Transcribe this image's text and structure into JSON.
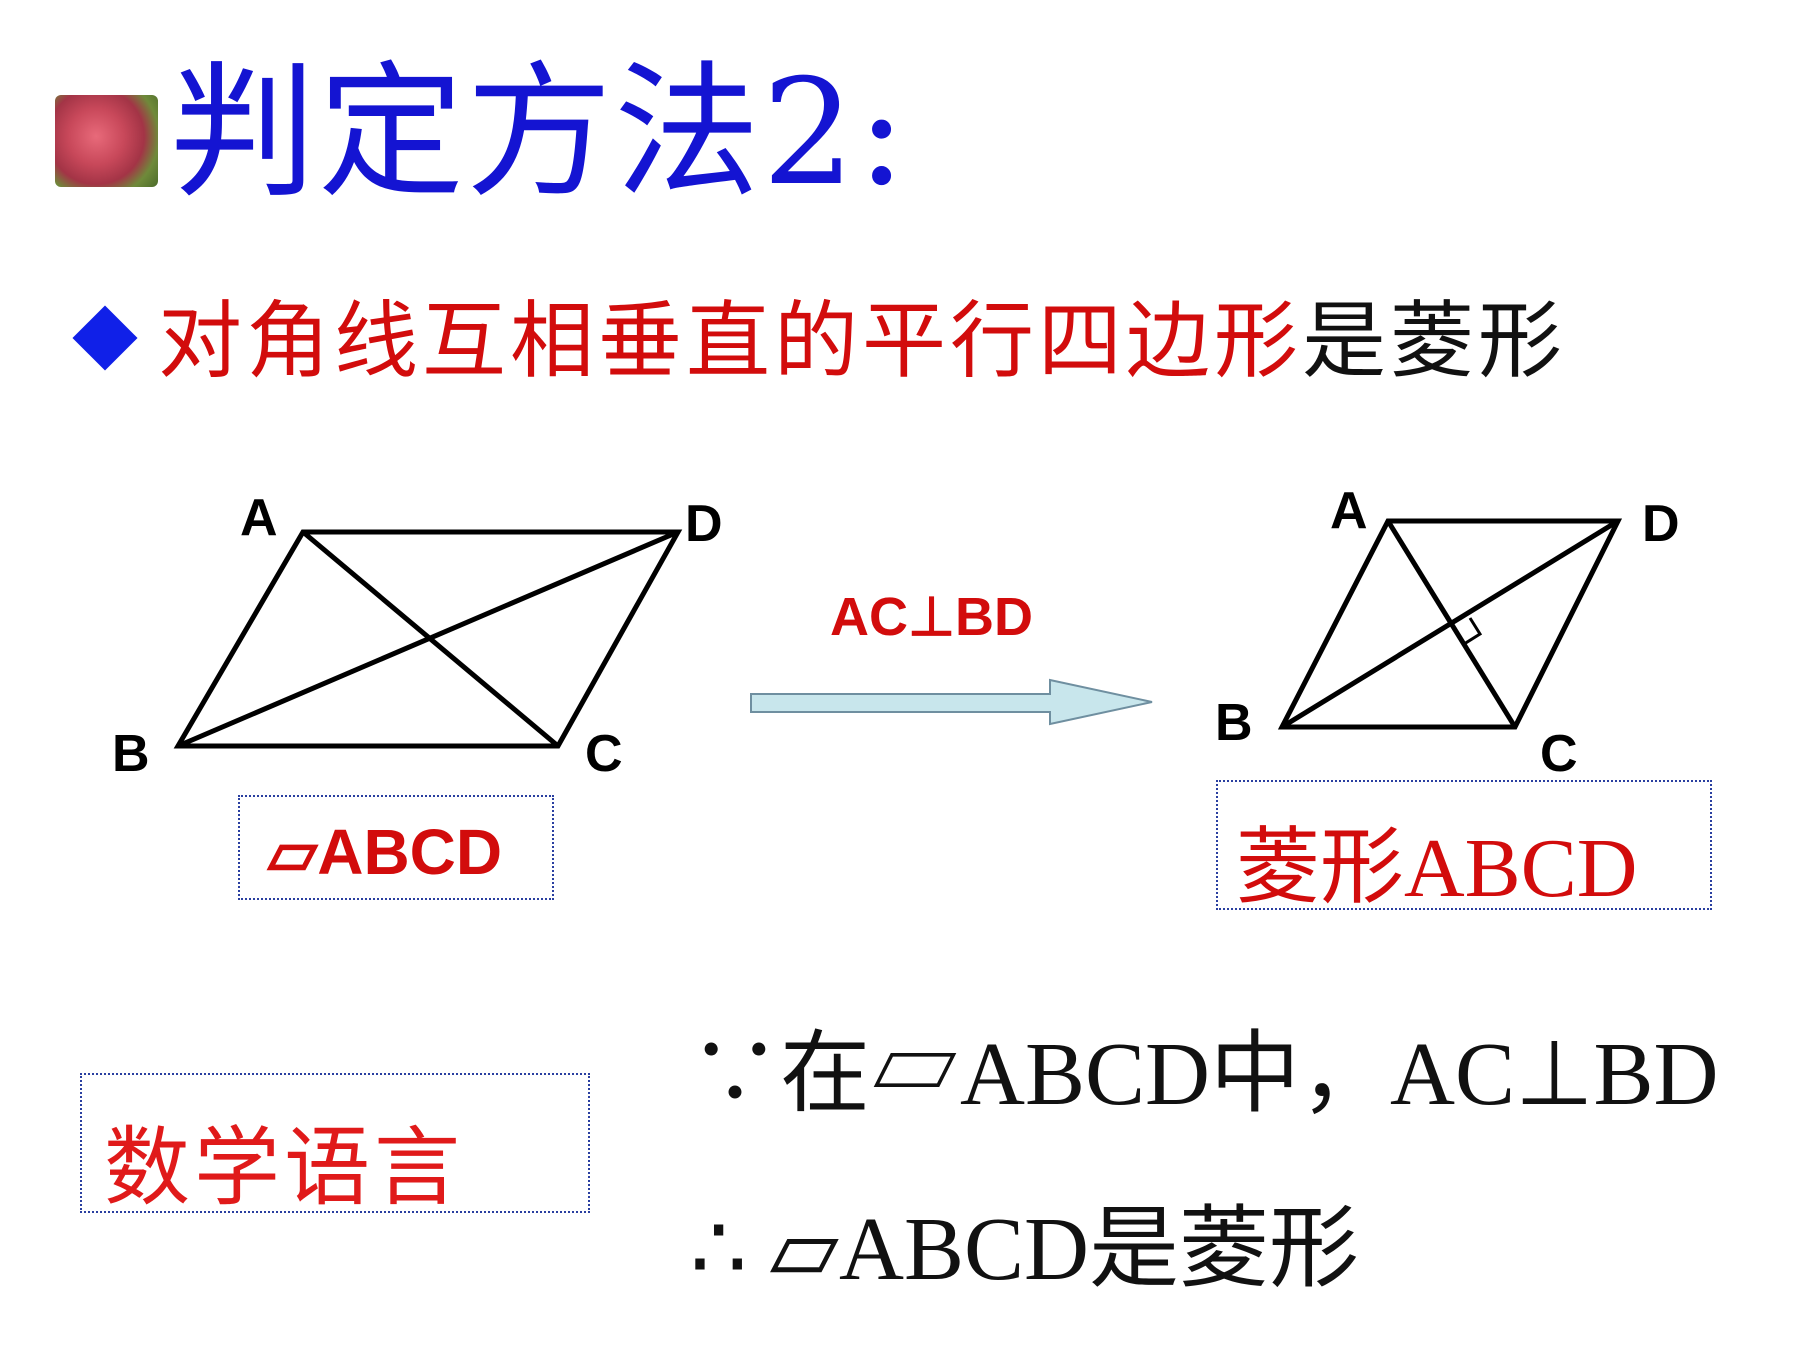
{
  "title": "判定方法2:",
  "statement": {
    "red_part": "对角线互相垂直的平行四边形",
    "black_part": "是菱形"
  },
  "figure_left": {
    "vertices": {
      "A": "A",
      "B": "B",
      "C": "C",
      "D": "D"
    },
    "caption": "▱ABCD"
  },
  "condition": "AC⊥BD",
  "figure_right": {
    "vertices": {
      "A": "A",
      "B": "B",
      "C": "C",
      "D": "D"
    },
    "caption": "菱形ABCD"
  },
  "math_language_label": "数学语言",
  "proof": {
    "line1": "∵在▱ABCD中，AC⊥BD",
    "line2": "∴ ▱ABCD是菱形"
  },
  "colors": {
    "title": "#1414d2",
    "red_text": "#d20c0c",
    "arrow_fill": "#c8e6ec",
    "diamond": "#1020e8"
  },
  "icons": [
    "flower-icon",
    "diamond-bullet-icon",
    "right-arrow-icon"
  ]
}
